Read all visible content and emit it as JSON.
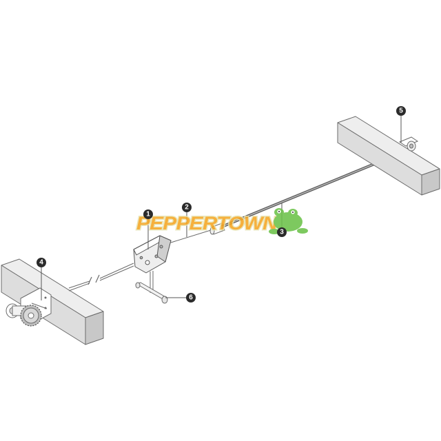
{
  "diagram": {
    "callouts": [
      {
        "id": "1",
        "part": "cable-lever-bracket"
      },
      {
        "id": "2",
        "part": "short-cable"
      },
      {
        "id": "3",
        "part": "long-cable"
      },
      {
        "id": "4",
        "part": "winch-drum-assembly"
      },
      {
        "id": "5",
        "part": "cable-anchor-bracket"
      },
      {
        "id": "6",
        "part": "t-handle-pin"
      }
    ],
    "watermark": {
      "text": "PEPPERTOWN",
      "logo": "frog-icon"
    }
  },
  "colors": {
    "line": "#6a6a6a",
    "beam_top": "#eeeeee",
    "beam_side": "#dddddd",
    "beam_end": "#c8c8c8",
    "callout_fill": "#2b2b2b",
    "watermark_fill": "#f5a623",
    "watermark_stroke": "#e8e3b0",
    "frog_green": "#6cc24a"
  }
}
